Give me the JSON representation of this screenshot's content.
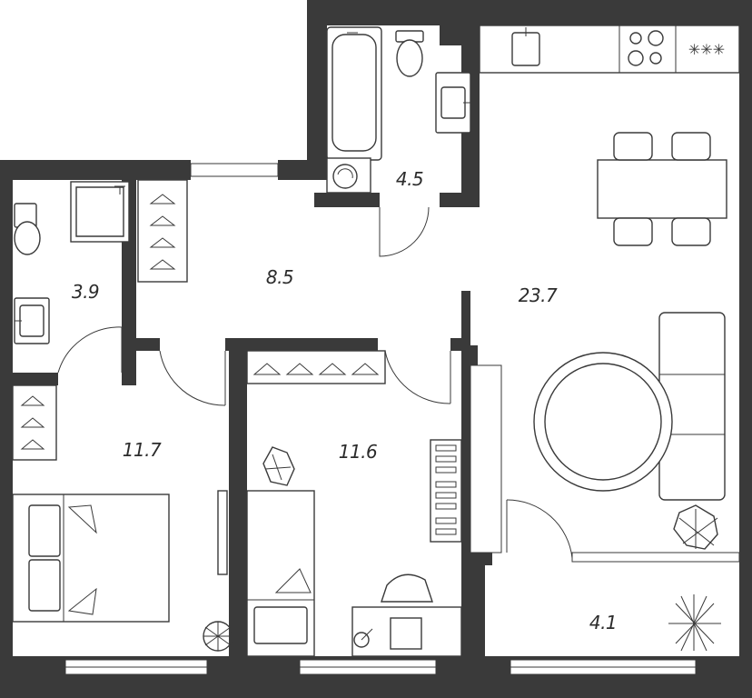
{
  "rooms": [
    {
      "id": "bathroom",
      "area": "4.5"
    },
    {
      "id": "kitchen-living",
      "area": "23.7"
    },
    {
      "id": "toilet-bath",
      "area": "3.9"
    },
    {
      "id": "hallway",
      "area": "8.5"
    },
    {
      "id": "bedroom-1",
      "area": "11.7"
    },
    {
      "id": "bedroom-2",
      "area": "11.6"
    },
    {
      "id": "balcony",
      "area": "4.1"
    }
  ],
  "colors": {
    "wall": "#3a3a3a",
    "background": "#ffffff",
    "text": "#2b2b2b"
  }
}
